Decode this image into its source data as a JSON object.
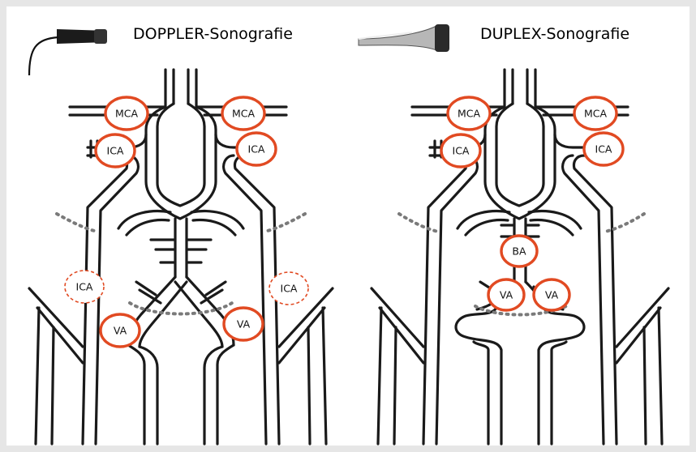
{
  "left_panel": {
    "title": "DOPPLER-Sonografie",
    "probe_icon": "pencil-probe-icon",
    "labels": {
      "mca_left": "MCA",
      "mca_right": "MCA",
      "ica_left": "ICA",
      "ica_right": "ICA",
      "ica_cervical_left": "ICA",
      "ica_cervical_right": "ICA",
      "va_left": "VA",
      "va_right": "VA"
    }
  },
  "right_panel": {
    "title": "DUPLEX-Sonografie",
    "probe_icon": "linear-probe-icon",
    "labels": {
      "mca_left": "MCA",
      "mca_right": "MCA",
      "ica_left": "ICA",
      "ica_right": "ICA",
      "ba": "BA",
      "va_left": "VA",
      "va_right": "VA"
    }
  },
  "colors": {
    "marker": "#e14a22",
    "vessel": "#1a1a1a",
    "bone_line": "#7a7a7a"
  }
}
